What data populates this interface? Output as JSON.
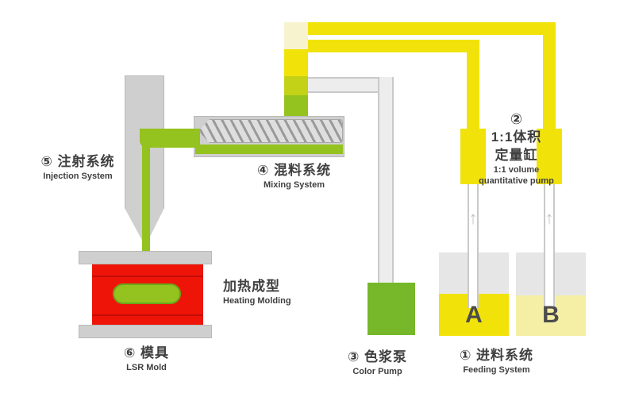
{
  "colors": {
    "yellow": "#f1e30a",
    "paleyellow": "#f5efa5",
    "green": "#76b82a",
    "lime": "#94c21e",
    "mixgreen": "#c3d117",
    "palemix": "#f7f3cf",
    "red": "#ee1408",
    "gray": "#cfcfcf",
    "lightgray": "#e6e6e6",
    "text": "#3f3f3f"
  },
  "labels": {
    "injection": {
      "title": "⑤ 注射系统",
      "subtitle": "Injection System"
    },
    "mixing": {
      "title": "④ 混料系统",
      "subtitle": "Mixing System"
    },
    "quant_pump": {
      "num": "②",
      "line1": "1:1体积",
      "line2": "定量缸",
      "en1": "1:1 volume",
      "en2": "quantitative pump"
    },
    "color_pump": {
      "title": "③ 色浆泵",
      "subtitle": "Color Pump"
    },
    "feeding": {
      "title": "① 进料系统",
      "subtitle": "Feeding System"
    },
    "mold": {
      "title": "⑥ 模具",
      "subtitle": "LSR Mold"
    },
    "heating": {
      "title": "加热成型",
      "subtitle": "Heating Molding"
    }
  },
  "containers": {
    "a_label": "A",
    "b_label": "B"
  },
  "flow_arrows": {
    "glyph": "↑"
  }
}
